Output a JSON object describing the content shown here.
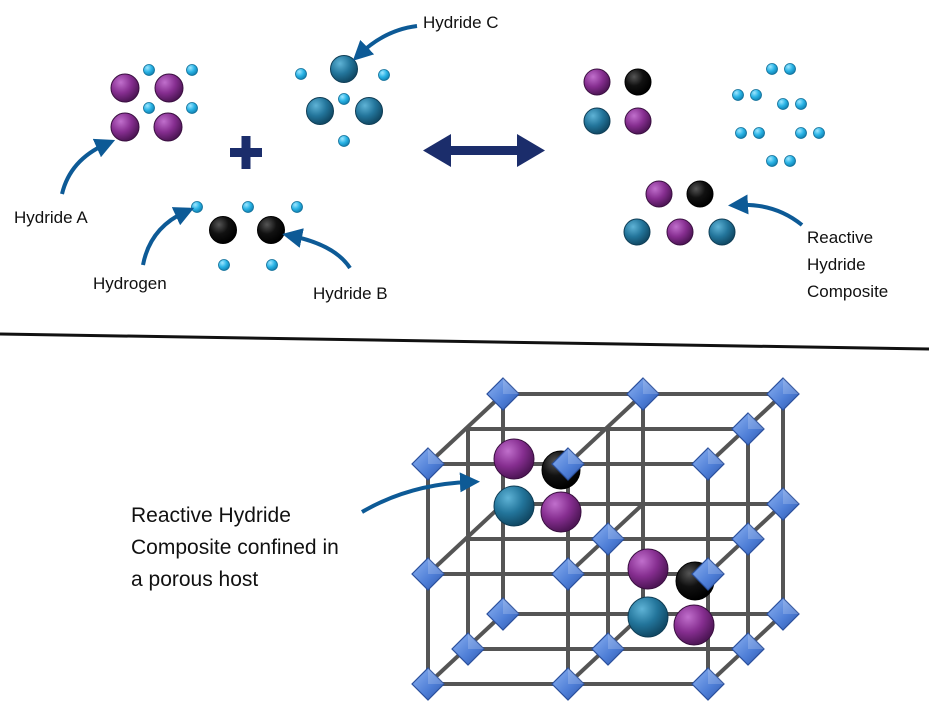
{
  "labels": {
    "hydride_a": "Hydride A",
    "hydride_b": "Hydride B",
    "hydride_c": "Hydride C",
    "hydrogen": "Hydrogen",
    "rhc_line1": "Reactive",
    "rhc_line2": "Hydride",
    "rhc_line3": "Composite",
    "confined_line1": "Reactive Hydride",
    "confined_line2": "Composite confined in",
    "confined_line3": "a porous host"
  },
  "colors": {
    "hydride_a": "#7b2a85",
    "hydride_b": "#0b0b0b",
    "hydride_c": "#1f6f93",
    "hydrogen": "#29b6e6",
    "arrow": "#0d5a96",
    "reaction_arrow": "#1b2d6b",
    "plus": "#1b2d6b",
    "divider": "#111111",
    "lattice_bar": "#555555",
    "lattice_node": "#4f7fd6"
  },
  "symbols": {
    "plus": "+",
    "reaction": "reversible-arrow"
  }
}
